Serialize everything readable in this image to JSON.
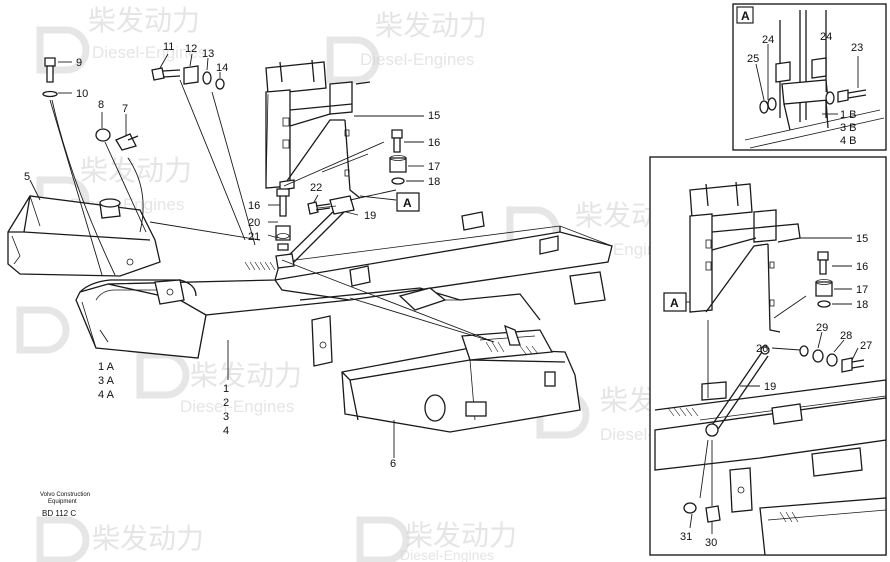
{
  "watermark": {
    "brand": "柴发动力",
    "sub": "Diesel-Engines"
  },
  "credit": {
    "line1": "Volvo Construction",
    "line2": "Equipment",
    "code": "BD 112 C"
  },
  "inset_top": {
    "label": "A"
  },
  "inset_right": {},
  "callouts": {
    "a1": "A",
    "a2": "A"
  },
  "part_labels": {
    "p9": "9",
    "p10": "10",
    "p11": "11",
    "p12": "12",
    "p13": "13",
    "p14": "14",
    "p8": "8",
    "p7": "7",
    "p5": "5",
    "p15": "15",
    "p16": "16",
    "p17": "17",
    "p18": "18",
    "p22": "22",
    "p19": "19",
    "p16b": "16",
    "p20": "20",
    "p21": "21",
    "p1a": "1 A",
    "p3a": "3 A",
    "p4a": "4 A",
    "p1": "1",
    "p2": "2",
    "p3": "3",
    "p4": "4",
    "p6": "6",
    "t24a": "24",
    "t24b": "24",
    "t25": "25",
    "t23": "23",
    "t1b": "1 B",
    "t3b": "3 B",
    "t4b": "4 B",
    "r15": "15",
    "r16": "16",
    "r17": "17",
    "r18": "18",
    "r29": "29",
    "r28": "28",
    "r27": "27",
    "r26": "26",
    "r19": "19",
    "r31": "31",
    "r30": "30"
  }
}
